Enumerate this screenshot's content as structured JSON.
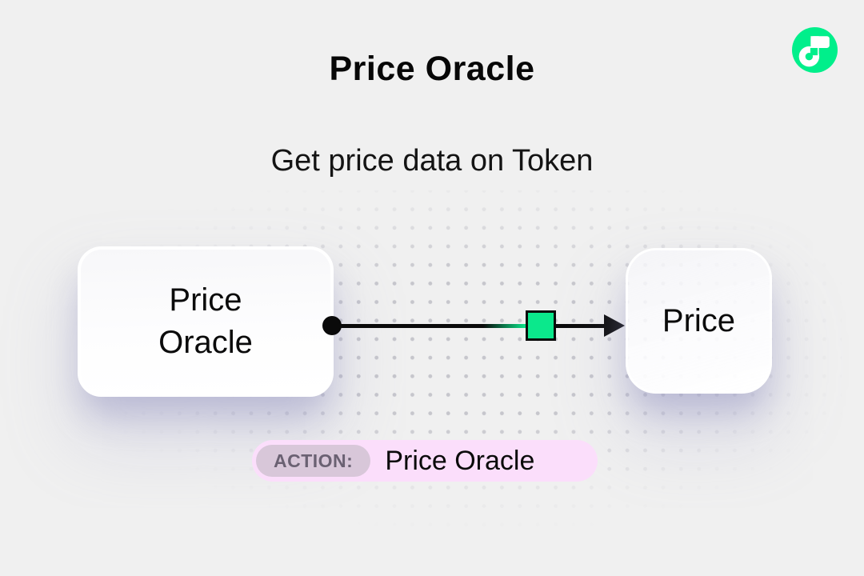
{
  "page": {
    "background_color": "#f0f0f0",
    "accent_green": "#00EF8B",
    "shadow_tint": "#8f8fbc"
  },
  "header": {
    "title": "Price Oracle",
    "subtitle": "Get price data on Token"
  },
  "logo": {
    "name": "flow-logo",
    "circle_color": "#00EF8B",
    "glyph_color": "#ffffff"
  },
  "diagram": {
    "source_node": {
      "label": "Price Oracle",
      "lines": [
        "Price",
        "Oracle"
      ]
    },
    "target_node": {
      "label": "Price"
    },
    "connector": {
      "line_color": "#0a0a0a",
      "marker_color": "#0be88c",
      "direction": "left-to-right"
    }
  },
  "action_bar": {
    "badge_label": "ACTION:",
    "value": "Price Oracle",
    "bar_color": "#fbdefb",
    "badge_color": "#d8c7d9"
  }
}
